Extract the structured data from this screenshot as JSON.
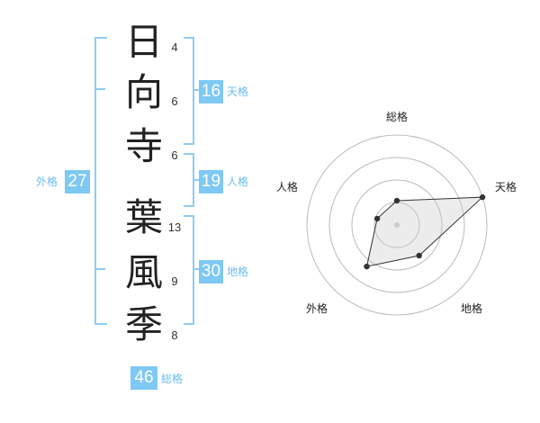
{
  "characters": [
    {
      "char": "日",
      "strokes": "4"
    },
    {
      "char": "向",
      "strokes": "6"
    },
    {
      "char": "寺",
      "strokes": "6"
    },
    {
      "char": "葉",
      "strokes": "13"
    },
    {
      "char": "風",
      "strokes": "9"
    },
    {
      "char": "季",
      "strokes": "8"
    }
  ],
  "kaku": {
    "tenkaku": {
      "value": "16",
      "label": "天格"
    },
    "jinkaku": {
      "value": "19",
      "label": "人格"
    },
    "chikaku": {
      "value": "30",
      "label": "地格"
    },
    "gaikaku": {
      "value": "27",
      "label": "外格"
    },
    "soukaku": {
      "value": "46",
      "label": "総格"
    }
  },
  "colors": {
    "accent": "#7ec8f4",
    "bracket": "#8fcbf5"
  },
  "chart_data": {
    "type": "radar",
    "axes": [
      "総格",
      "天格",
      "地格",
      "外格",
      "人格"
    ],
    "values": [
      0.27,
      1.0,
      0.42,
      0.57,
      0.23
    ],
    "rings": 4
  }
}
